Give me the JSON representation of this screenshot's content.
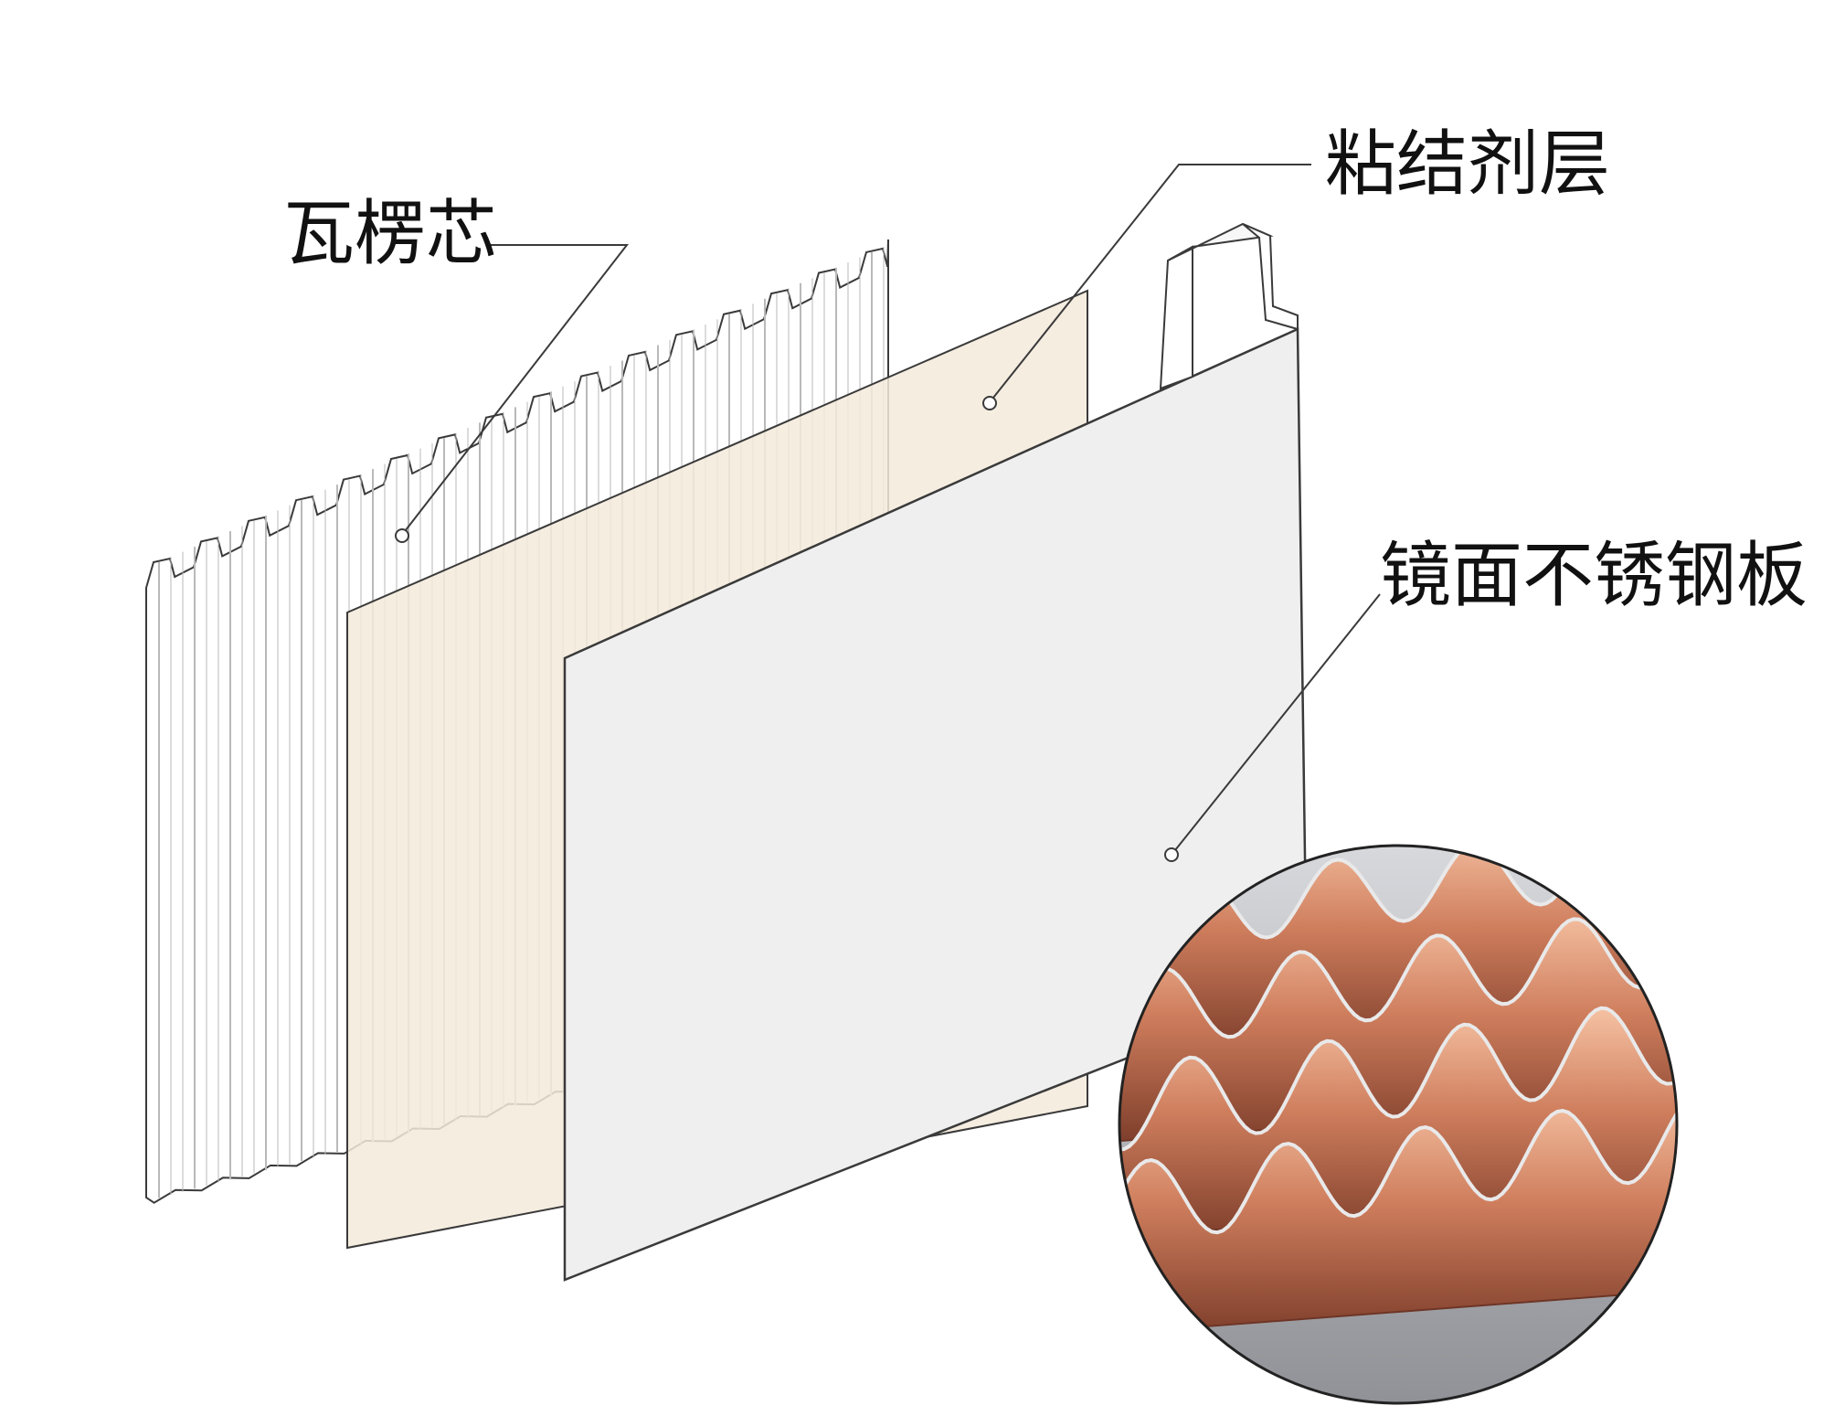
{
  "layers": [
    {
      "id": "core",
      "label": "瓦楞芯"
    },
    {
      "id": "adhesive",
      "label": "粘结剂层"
    },
    {
      "id": "mirror",
      "label": "镜面不锈钢板"
    }
  ],
  "colors": {
    "line": "#3a3a3a",
    "adhesive_fill": "#f3eadb",
    "panel_fill": "#efefef",
    "core_fill": "#ffffff",
    "copper": "#c9785a",
    "copper_dark": "#8a4a35",
    "copper_light": "#f1b595",
    "photo_bg": "#9ea0a5"
  }
}
